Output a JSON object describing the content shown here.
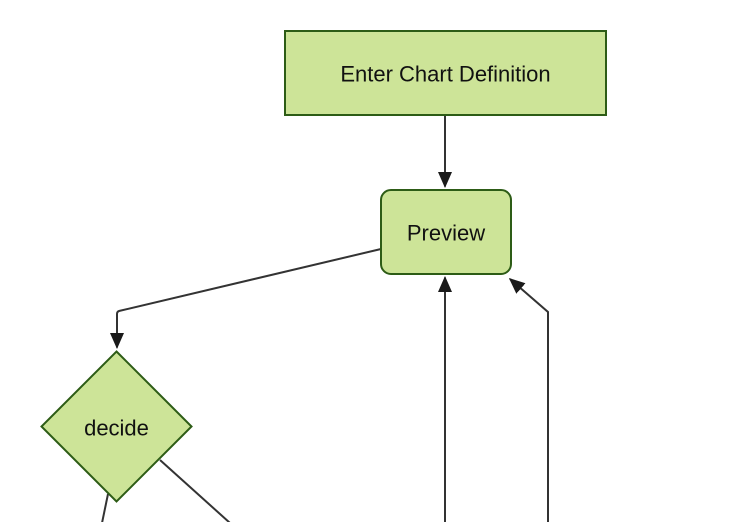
{
  "diagram": {
    "type": "flowchart",
    "direction": "top-down",
    "background_color": "#ffffff",
    "theme": {
      "node_fill": "#cde498",
      "node_border": "#2d5c16",
      "edge_color": "#333333",
      "arrow_fill": "#1a1a1a",
      "label_color": "#111111"
    },
    "nodes": [
      {
        "id": "enter-chart-definition",
        "label": "Enter Chart Definition",
        "shape": "rectangle"
      },
      {
        "id": "preview",
        "label": "Preview",
        "shape": "rounded-rectangle"
      },
      {
        "id": "decide",
        "label": "decide",
        "shape": "diamond"
      }
    ],
    "edges": [
      {
        "from": "enter-chart-definition",
        "to": "preview",
        "arrowhead": true
      },
      {
        "from": "preview",
        "to": "decide",
        "arrowhead": true
      },
      {
        "from": "offscreen-bottom",
        "to": "preview",
        "arrowhead": true
      },
      {
        "from": "offscreen-bottom-right",
        "to": "preview",
        "arrowhead": true
      },
      {
        "from": "decide",
        "to": "offscreen-bottom-left",
        "arrowhead": false
      },
      {
        "from": "decide",
        "to": "offscreen-bottom-right",
        "arrowhead": false
      }
    ]
  }
}
